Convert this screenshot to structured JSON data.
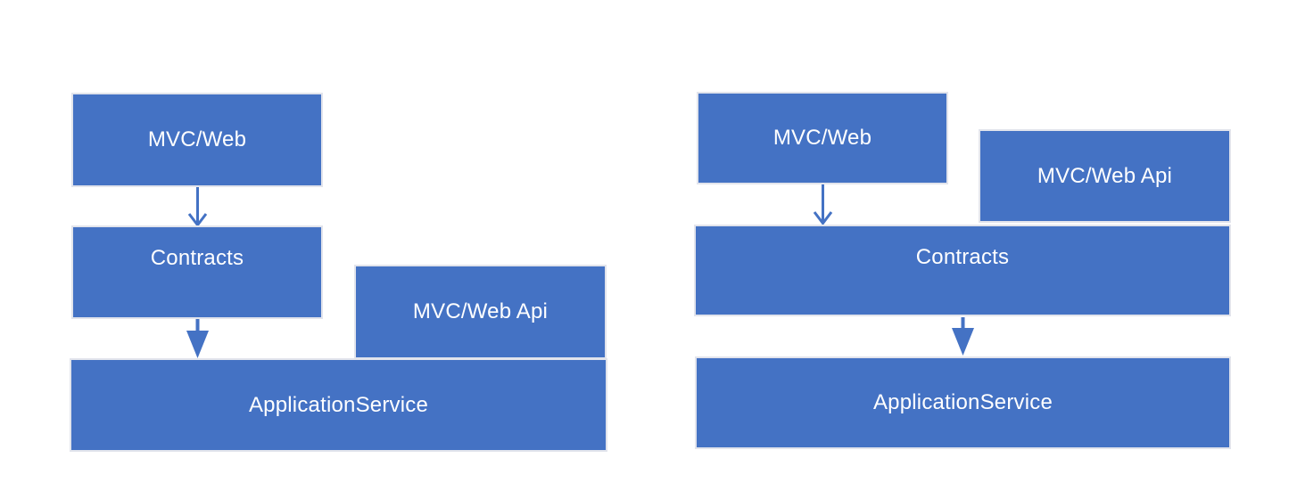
{
  "diagram_data": {
    "type": "layered-architecture-comparison",
    "panels": [
      {
        "id": "left",
        "boxes": [
          {
            "label": "MVC/Web"
          },
          {
            "label": "Contracts"
          },
          {
            "label": "MVC/Web Api"
          },
          {
            "label": "ApplicationService"
          }
        ],
        "arrows": [
          {
            "from": "MVC/Web",
            "to": "Contracts",
            "head": "open-v"
          },
          {
            "from": "Contracts",
            "to": "ApplicationService",
            "head": "filled-triangle"
          }
        ],
        "adjacency_note": "MVC/Web Api box sits directly on top of ApplicationService box"
      },
      {
        "id": "right",
        "boxes": [
          {
            "label": "MVC/Web"
          },
          {
            "label": "MVC/Web Api"
          },
          {
            "label": "Contracts"
          },
          {
            "label": "ApplicationService"
          }
        ],
        "arrows": [
          {
            "from": "MVC/Web",
            "to": "Contracts",
            "head": "open-v"
          },
          {
            "from": "Contracts",
            "to": "ApplicationService",
            "head": "filled-triangle"
          }
        ],
        "adjacency_note": "MVC/Web Api box sits directly on top of the wide Contracts box"
      }
    ],
    "colors": {
      "box_fill": "#4472c4",
      "box_border": "#e2e4ec",
      "arrow": "#4472c4",
      "label_text": "#ffffff",
      "background": "#ffffff"
    }
  }
}
